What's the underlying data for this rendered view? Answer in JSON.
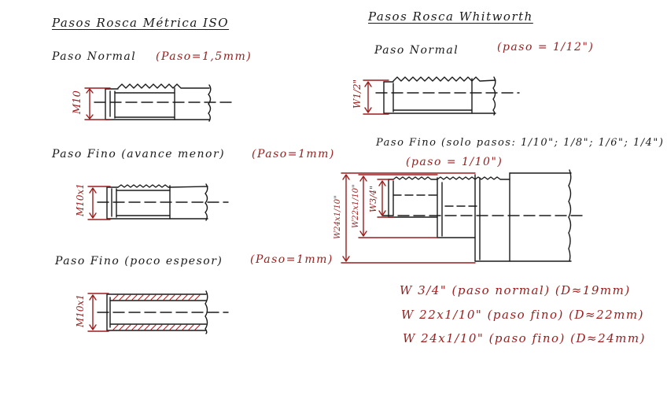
{
  "left": {
    "title": "Pasos Rosca Métrica ISO",
    "normal": {
      "label": "Paso Normal",
      "pitch": "(Paso=1,5mm)",
      "dim": "M10"
    },
    "fine_adv": {
      "label": "Paso Fino (avance menor)",
      "pitch": "(Paso=1mm)",
      "dim": "M10x1"
    },
    "fine_thin": {
      "label": "Paso Fino (poco espesor)",
      "pitch": "(Paso=1mm)",
      "dim": "M10x1"
    }
  },
  "right": {
    "title": "Pasos Rosca Whitworth",
    "normal": {
      "label": "Paso Normal",
      "pitch": "(paso = 1/12\")",
      "dim": "W1/2\""
    },
    "fine": {
      "label": "Paso Fino (solo pasos: 1/10\"; 1/8\"; 1/6\"; 1/4\")",
      "pitch": "(paso = 1/10\")",
      "dims": [
        "W24x1/10\"",
        "W22x1/10\"",
        "W3/4\""
      ]
    },
    "notes": [
      "W 3/4\" (paso normal) (D≈19mm)",
      "W 22x1/10\" (paso fino) (D≈22mm)",
      "W 24x1/10\" (paso fino) (D≈24mm)"
    ]
  },
  "colors": {
    "ink": "#1a1a1a",
    "red": "#9b1c1c"
  }
}
